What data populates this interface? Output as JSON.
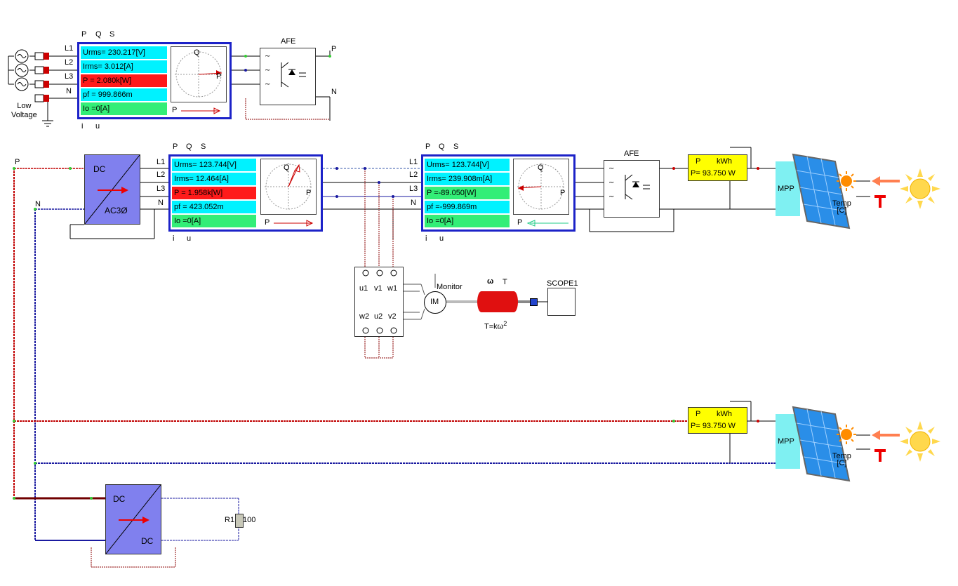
{
  "meter1": {
    "header": [
      "P",
      "Q",
      "S"
    ],
    "rows": [
      "Urms= 230.217[V]",
      "Irms= 3.012[A]",
      "P   = 2.080k[W]",
      "pf  = 999.866m",
      "Io  =0[A]"
    ],
    "phasor_p": "P",
    "phasor_q": "Q",
    "phasor_p2": "P",
    "footer": [
      "i",
      "u"
    ]
  },
  "meter2": {
    "header": [
      "P",
      "Q",
      "S"
    ],
    "rows": [
      "Urms= 123.744[V]",
      "Irms= 12.464[A]",
      "P   = 1.958k[W]",
      "pf  = 423.052m",
      "Io  =0[A]"
    ],
    "phasor_p": "P",
    "phasor_q": "Q",
    "phasor_p2": "P",
    "footer": [
      "i",
      "u"
    ]
  },
  "meter3": {
    "header": [
      "P",
      "Q",
      "S"
    ],
    "rows": [
      "Urms= 123.744[V]",
      "Irms= 239.908m[A]",
      "P   =-89.050[W]",
      "pf  =-999.869m",
      "Io  =0[A]"
    ],
    "phasor_p": "P",
    "phasor_q": "Q",
    "phasor_p2": "P",
    "footer": [
      "i",
      "u"
    ]
  },
  "source": {
    "phases": [
      "L1",
      "L2",
      "L3",
      "N"
    ],
    "label": "Low\nVoltage"
  },
  "afe1": {
    "title": "AFE",
    "p": "P",
    "n": "N"
  },
  "afe2": {
    "title": "AFE"
  },
  "conv_top": {
    "dc": "DC",
    "ac": "AC3Ø"
  },
  "conv_bottom": {
    "dc_top": "DC",
    "dc_bottom": "DC"
  },
  "bus": {
    "p": "P",
    "n": "N"
  },
  "meter2_phases": [
    "L1",
    "L2",
    "L3",
    "N"
  ],
  "meter3_phases": [
    "L1",
    "L2",
    "L3",
    "N"
  ],
  "kwh1": {
    "p": "P",
    "unit": "kWh",
    "value": "P= 93.750 W"
  },
  "kwh2": {
    "p": "P",
    "unit": "kWh",
    "value": "P= 93.750 W"
  },
  "pv1": {
    "mpp": "MPP",
    "temp": "Temp\n[C]"
  },
  "pv2": {
    "mpp": "MPP",
    "temp": "Temp\n[C]"
  },
  "motor": {
    "terminals_top": [
      "u1",
      "v1",
      "w1"
    ],
    "terminals_bottom": [
      "w2",
      "u2",
      "v2"
    ],
    "im": "IM",
    "monitor": "Monitor",
    "omega": "ω",
    "t": "T",
    "load_eq": "T=kω",
    "load_exp": "2"
  },
  "scope": {
    "title": "SCOPE1"
  },
  "resistor": {
    "name": "R1",
    "value": "100"
  },
  "colors": {
    "meter_border": "#1c22c8",
    "cyan": "#00f2ff",
    "red": "#ff1a1a",
    "green": "#33ee77",
    "yellow": "#ffff00",
    "converter": "#8080ee",
    "mpp": "#7ff0f2"
  }
}
